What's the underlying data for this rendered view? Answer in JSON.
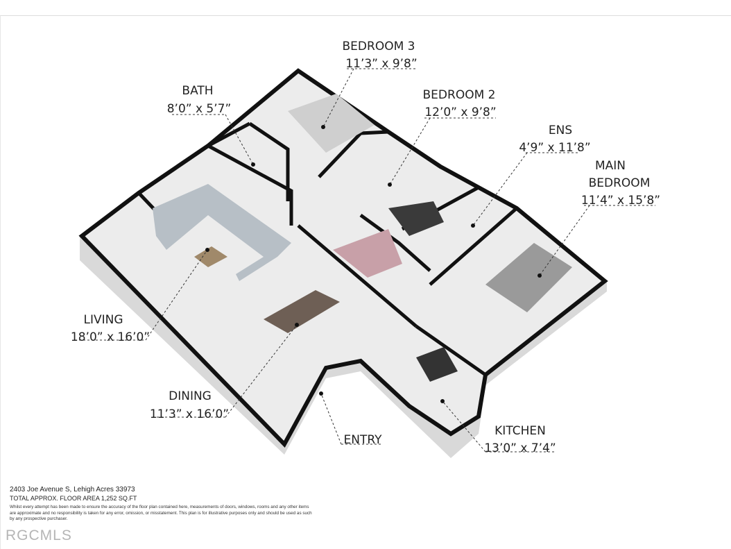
{
  "rooms": [
    {
      "name": "BEDROOM 3",
      "dims": "11’3” x 9’8”"
    },
    {
      "name": "BATH",
      "dims": "8’0” x 5’7”"
    },
    {
      "name": "BEDROOM 2",
      "dims": "12’0” x 9’8”"
    },
    {
      "name": "ENS",
      "dims": "4’9” x 11’8”"
    },
    {
      "name": "MAIN BEDROOM",
      "dims": "11’4” x 15’8”"
    },
    {
      "name": "LIVING",
      "dims": "18’0” x 16’0”"
    },
    {
      "name": "DINING",
      "dims": "11’3” x 16’0”"
    },
    {
      "name": "ENTRY",
      "dims": ""
    },
    {
      "name": "KITCHEN",
      "dims": "13’0” x 7’4”"
    }
  ],
  "footer": {
    "address": "2403 Joe Avenue S, Lehigh Acres 33973",
    "area": "TOTAL APPROX. FLOOR AREA 1,252 SQ.FT",
    "disclaimer": "Whilst every attempt has been made to ensure the accuracy of the floor plan contained here, measurements of doors, windows, rooms and any other items are approximate and no responsibility is taken for any error, omission, or misstatement. This plan is for illustrative purposes only and should be used as such by any prospective purchaser."
  },
  "watermark": "RGCMLS",
  "colors": {
    "wall": "#111111",
    "floor": "#ececec",
    "wall_side": "#d6d6d6"
  }
}
